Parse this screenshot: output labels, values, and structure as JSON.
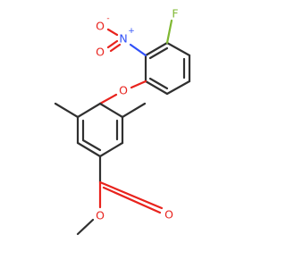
{
  "molecule": {
    "atoms": {
      "fluorine": "F",
      "nitro_nitrogen": "N",
      "nitro_nitrogen_charge": "+",
      "nitro_oxygen": "O",
      "nitro_oxygen_charge": "-",
      "nitro_oxygen_double": "O",
      "ether_oxygen": "O",
      "carbonyl_oxygen": "O",
      "ester_oxygen": "O"
    }
  },
  "colors": {
    "bond": "#303030",
    "oxygen": "#e8231d",
    "nitrogen": "#3050f8",
    "fluorine": "#7fb832",
    "background": "#ffffff"
  }
}
